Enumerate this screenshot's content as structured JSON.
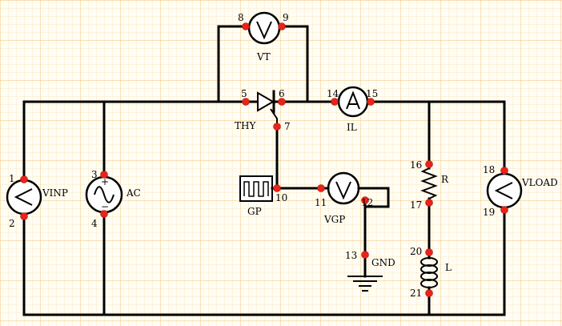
{
  "labels": {
    "vt": "VT",
    "thy": "THY",
    "il": "IL",
    "vinp": "VINP",
    "ac": "AC",
    "gp": "GP",
    "vgp": "VGP",
    "gnd": "GND",
    "r": "R",
    "l": "L",
    "vload": "VLOAD"
  },
  "nodes": [
    "1",
    "2",
    "3",
    "4",
    "5",
    "6",
    "7",
    "8",
    "9",
    "10",
    "11",
    "12",
    "13",
    "14",
    "15",
    "16",
    "17",
    "18",
    "19",
    "20",
    "21"
  ],
  "colors": {
    "grid_major": "#f3cf8d",
    "grid_minor": "#fbe9c4",
    "background": "#fffdf4",
    "node": "#e8231b",
    "wire": "#000000"
  }
}
